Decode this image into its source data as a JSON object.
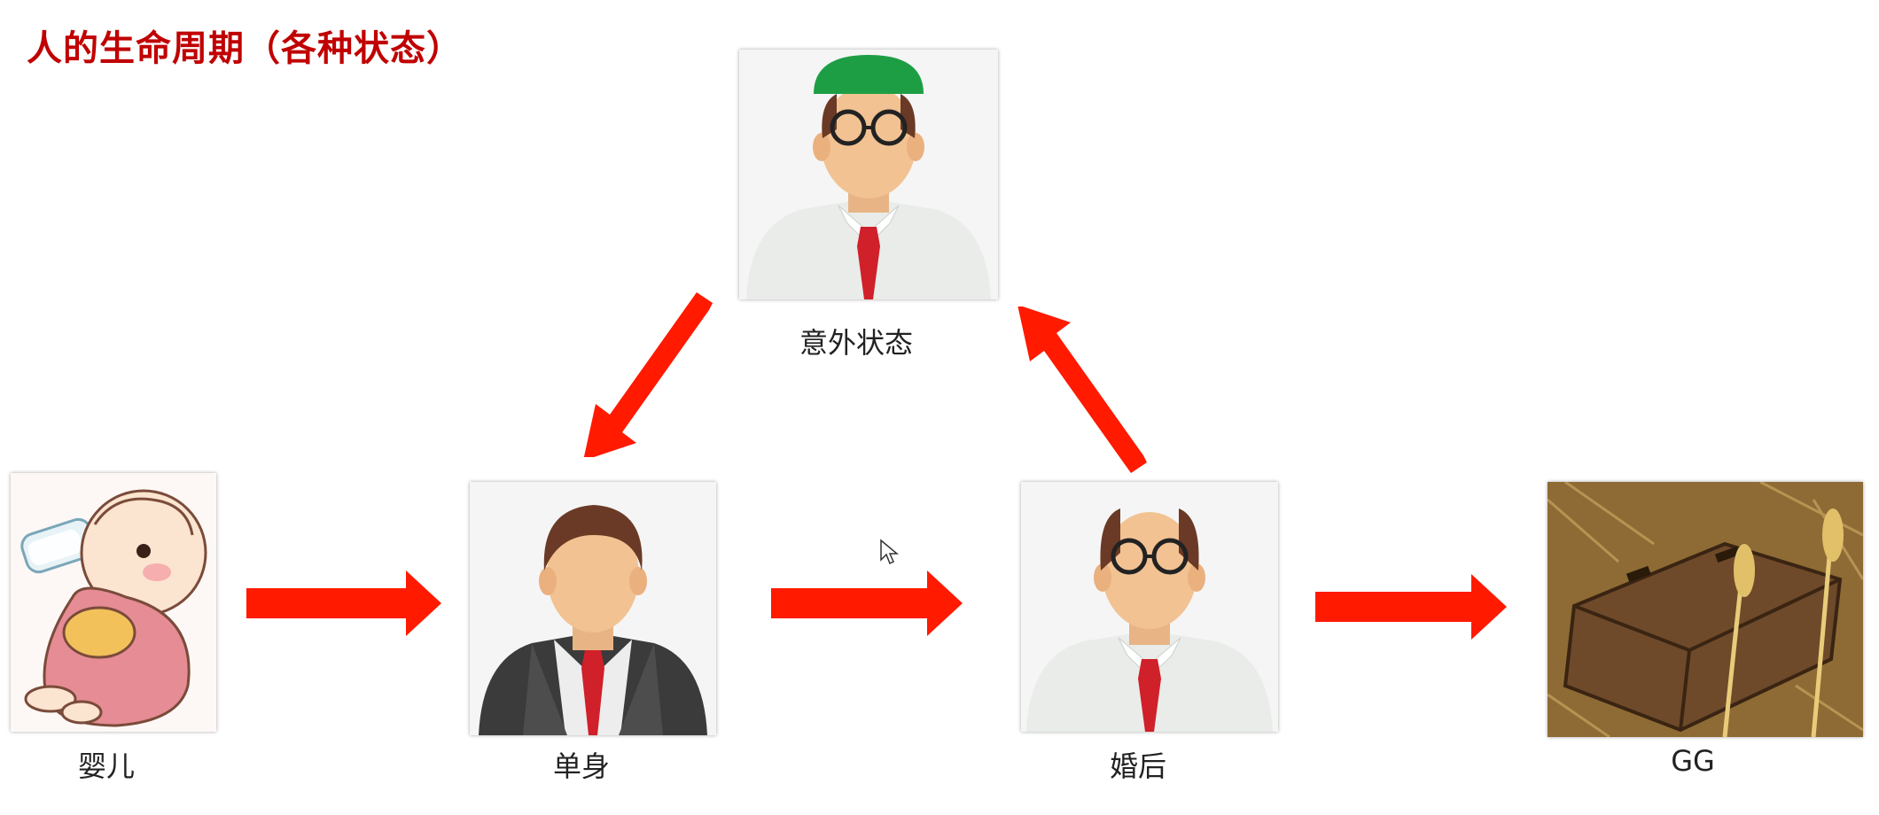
{
  "title": "人的生命周期（各种状态）",
  "nodes": {
    "infant": {
      "label": "婴儿"
    },
    "single": {
      "label": "单身"
    },
    "married": {
      "label": "婚后"
    },
    "accident": {
      "label": "意外状态"
    },
    "gg": {
      "label": "GG"
    }
  },
  "colors": {
    "arrow": "#ff1a00",
    "title": "#c00000",
    "tie": "#d0202a",
    "green_hat": "#1d9e45",
    "skin": "#f2c292",
    "hair": "#6a3a26"
  }
}
